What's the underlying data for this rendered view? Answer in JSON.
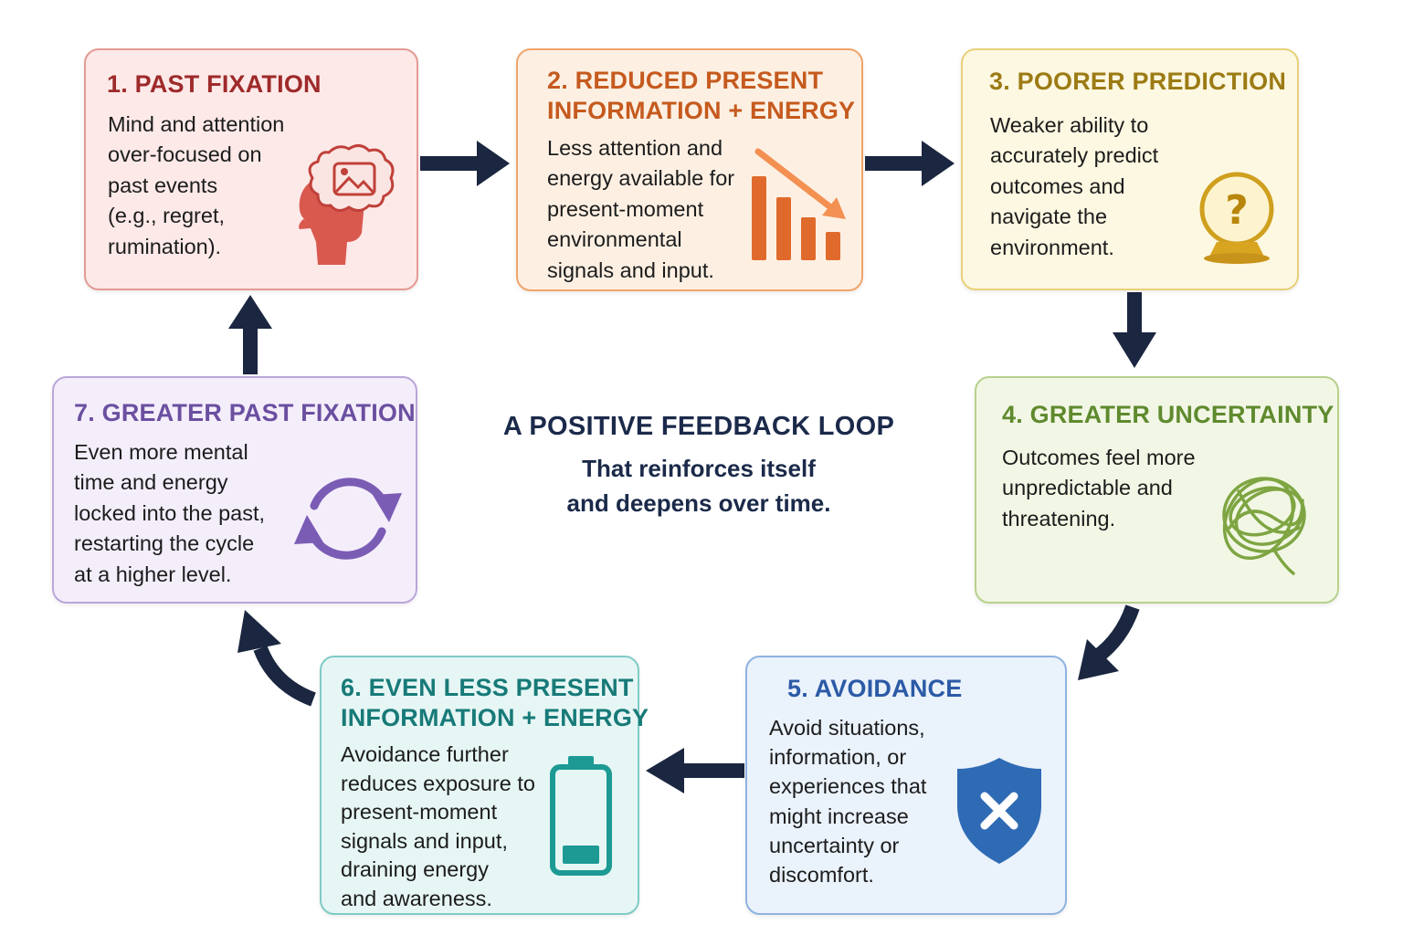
{
  "center": {
    "title": "A POSITIVE FEEDBACK LOOP",
    "subtitle": "That reinforces itself\nand deepens over time."
  },
  "colors": {
    "arrow": "#1b2640",
    "step1": "#9e2a2a",
    "step2": "#c65a1e",
    "step3": "#9c7b14",
    "step4": "#5f8a2e",
    "step5": "#2b5aa6",
    "step6": "#177a78",
    "step7": "#6b4fa0"
  },
  "steps": [
    {
      "title": "1. PAST FIXATION",
      "lines": [
        "Mind and attention",
        "over-focused on",
        "past events",
        "(e.g., regret,",
        "rumination)."
      ],
      "icon": "head-with-memory-icon"
    },
    {
      "title": "2. REDUCED PRESENT\nINFORMATION + ENERGY",
      "lines": [
        "Less attention and",
        "energy available for",
        "present-moment",
        "environmental",
        "signals and input."
      ],
      "icon": "declining-bar-chart-icon"
    },
    {
      "title": "3. POORER PREDICTION",
      "lines": [
        "Weaker ability to",
        "accurately predict",
        "outcomes and",
        "navigate the",
        "environment."
      ],
      "icon": "crystal-ball-question-icon"
    },
    {
      "title": "4. GREATER UNCERTAINTY",
      "lines": [
        "Outcomes feel more",
        "unpredictable and",
        "threatening."
      ],
      "icon": "tangled-scribble-icon"
    },
    {
      "title": "5. AVOIDANCE",
      "lines": [
        "Avoid situations,",
        "information, or",
        "experiences that",
        "might increase",
        "uncertainty or",
        "discomfort."
      ],
      "icon": "shield-x-icon"
    },
    {
      "title": "6. EVEN LESS PRESENT\nINFORMATION + ENERGY",
      "lines": [
        "Avoidance further",
        "reduces exposure to",
        "present-moment",
        "signals and input,",
        "draining energy",
        "and awareness."
      ],
      "icon": "low-battery-icon"
    },
    {
      "title": "7. GREATER PAST FIXATION",
      "lines": [
        "Even more mental",
        "time and energy",
        "locked into the past,",
        "restarting the cycle",
        "at a higher level."
      ],
      "icon": "cycle-arrows-icon"
    }
  ]
}
